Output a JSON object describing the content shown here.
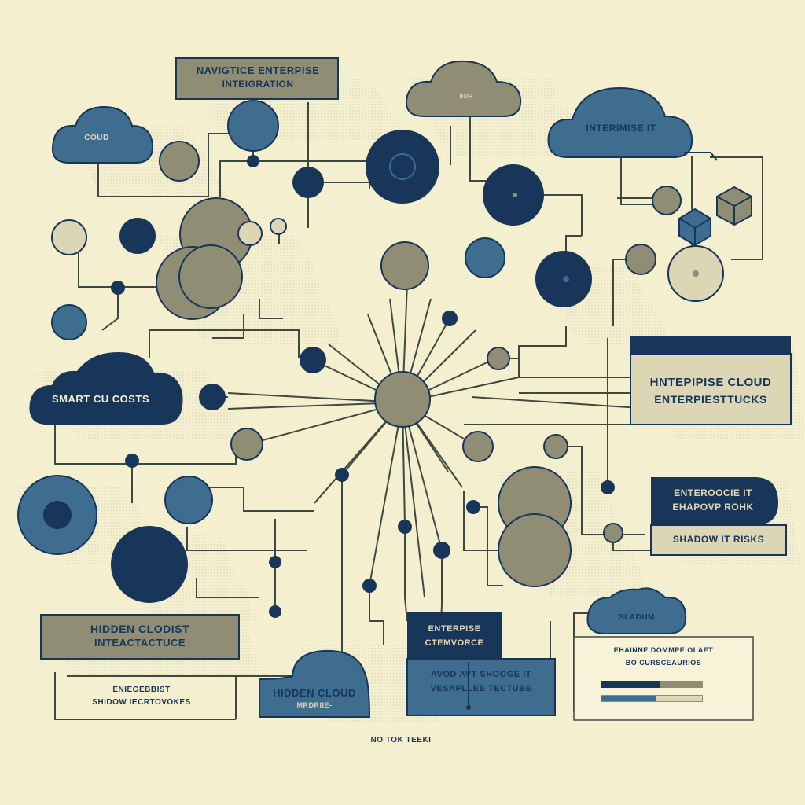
{
  "colors": {
    "background": "#f4efcf",
    "navy": "#17365a",
    "blue": "#3f6d8f",
    "olive": "#8f8e74",
    "sand": "#dcd6b4",
    "line": "#3e4a40"
  },
  "labels": {
    "top_box_line1": "NAVIGTICE ENTERPISE",
    "top_box_line2": "INTEIGRATION",
    "cloud_top_left": "COUD",
    "cloud_top_center": "IIDP",
    "cloud_top_right": "INTERIMISE IT",
    "cloud_left_mid": "SMART CU COSTS",
    "right_panel_line1": "HNTEPIPISE CLOUD",
    "right_panel_line2": "ENTERPIESTTUCKS",
    "right_box_line1": "ENTEROOCIE IT",
    "right_box_line2": "EHAPOVP ROHK",
    "right_box_line3": "SHADOW IT RISKS",
    "bottom_left_box_line1": "HIDDEN CLODIST",
    "bottom_left_box_line2": "INTEACTACTUCE",
    "bottom_left_text_line1": "ENIEGEBBIST",
    "bottom_left_text_line2": "SHIDOW IECRTOVOKES",
    "bottom_cloud_line1": "HIDDEN CLOUD",
    "bottom_cloud_line2": "MRDRIIE-",
    "center_box_line1": "ENTERPISE",
    "center_box_line2": "CTEMVORCE",
    "center_panel_line1": "AVOD AVT SHOOGE IT",
    "center_panel_line2": "VESAPLLEE TECTUBE",
    "cloud_bottom_right": "SLADUM",
    "legend_line1": "EHAINNE DOMMPE OLAET",
    "legend_line2": "BO CURSCEAURIOS",
    "footer": "NO TOK TEEKI"
  },
  "legend_bars": [
    {
      "color": "#17365a",
      "fraction": 0.58
    },
    {
      "color": "#3f6d8f",
      "fraction": 0.55
    }
  ]
}
